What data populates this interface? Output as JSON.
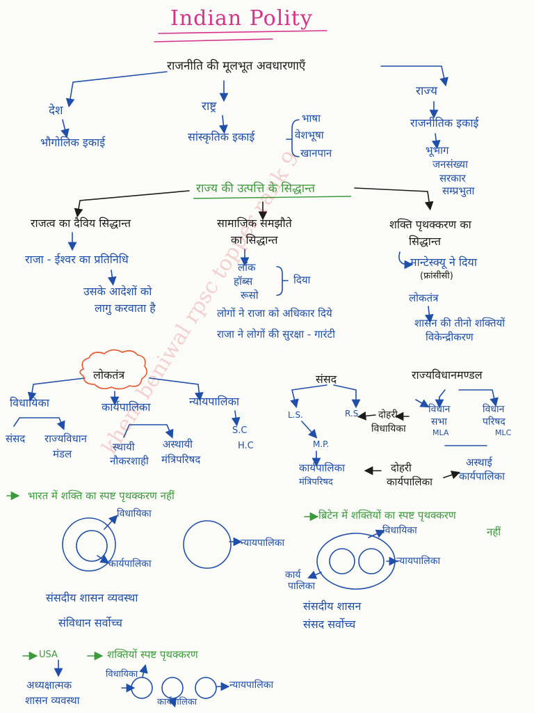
{
  "title": "Indian Polity",
  "watermark": "khem beniwal rpsc topper rank 9",
  "colors": {
    "blue": "#1f4fa8",
    "black": "#1c1c1c",
    "green": "#3c9a3c",
    "pink": "#d6338a",
    "red": "#d63b3b"
  },
  "concepts": {
    "root": "राजनीति की मूलभूत अवधारणाएँ",
    "desh": {
      "label": "देश",
      "desc": "भौगोलिक इकाई"
    },
    "rashtra": {
      "label": "राष्ट्र",
      "desc": "सांस्कृतिक इकाई",
      "items": [
        "भाषा",
        "वेशभूषा",
        "खानपान"
      ]
    },
    "rajya": {
      "label": "राज्य",
      "desc": "राजनीतिक इकाई",
      "items": [
        "भूभाग",
        "जनसंख्या",
        "सरकार",
        "सम्प्रभुता"
      ]
    }
  },
  "origin": {
    "title": "राज्य की उत्पत्ति के सिद्धान्त",
    "divine": {
      "title": "राजत्व का दैविय सिद्धान्त",
      "line1": "राजा - ईश्वर का प्रतिनिधि",
      "line2a": "उसके आदेशों को",
      "line2b": "लागु करवाता है"
    },
    "contract": {
      "title_a": "सामाजिक समझौते",
      "title_b": "का सिद्धान्त",
      "names": [
        "लॉक",
        "हॉब्स",
        "रूसो"
      ],
      "gave": "दिया",
      "b1": "लोगों ने राजा को अधिकार दिये",
      "b2": "राजा ने लोगों की सुरक्षा - गारंटी"
    },
    "separation": {
      "title_a": "शक्ति पृथक्करण का",
      "title_b": "सिद्धान्त",
      "gave": "मान्टेस्क्यू ने दिया",
      "country": "(फ्रांसीसी)",
      "b1": "लोकतंत्र",
      "b2a": "शासन की तीनो शक्तियों",
      "b2b": "विकेन्द्रीकरण"
    }
  },
  "democracy": {
    "label": "लोकतंत्र",
    "legislature": {
      "label": "विधायिका",
      "items": [
        "संसद",
        "राज्यविधान",
        "मंडल"
      ]
    },
    "executive": {
      "label": "कार्यपालिका",
      "items": [
        "स्थायी",
        "नौकरशाही",
        "अस्थायी",
        "मंत्रिपरिषद"
      ]
    },
    "judiciary": {
      "label": "न्यायपालिका",
      "items": [
        "S.C",
        "H.C"
      ]
    }
  },
  "parliament": {
    "label": "संसद",
    "ls": "L.S.",
    "rs": "R.S.",
    "mp": "M.P.",
    "exec": "कार्यपालिका",
    "council": "मंत्रिपरिषद",
    "dual_leg_a": "दोहरी",
    "dual_leg_b": "विधायिका",
    "dual_exec_a": "दोहरी",
    "dual_exec_b": "कार्यपालिका"
  },
  "state_leg": {
    "label": "राज्यविधानमण्डल",
    "assembly_a": "विधान",
    "assembly_b": "सभा",
    "mla": "MLA",
    "council_a": "विधान",
    "council_b": "परिषद",
    "mlc": "MLC",
    "temp_a": "अस्थाई",
    "temp_b": "कार्यपालिका"
  },
  "india": {
    "heading": "भारत में शक्ति का स्पष्ट पृथक्करण नहीं",
    "leg": "विधायिका",
    "exec": "कार्यपालिका",
    "jud": "न्यायपालिका",
    "b1": "संसदीय शासन व्यवस्था",
    "b2": "संविधान सर्वोच्च"
  },
  "britain": {
    "heading_a": "ब्रिटेन में शक्तियों का स्पष्ट पृथक्करण",
    "heading_b": "नहीं",
    "leg": "विधायिका",
    "jud": "न्यायपालिका",
    "exec_a": "कार्य",
    "exec_b": "पालिका",
    "b1": "संसदीय शासन",
    "b2": "संसद सर्वोच्च"
  },
  "usa": {
    "heading": "USA",
    "heading_b": "शक्तियों स्पष्ट पृथक्करण",
    "sys_a": "अध्यक्षात्मक",
    "sys_b": "शासन व्यवस्था",
    "leg": "विधायिका",
    "jud": "न्यायपालिका",
    "exec": "कार्यपालिका"
  }
}
